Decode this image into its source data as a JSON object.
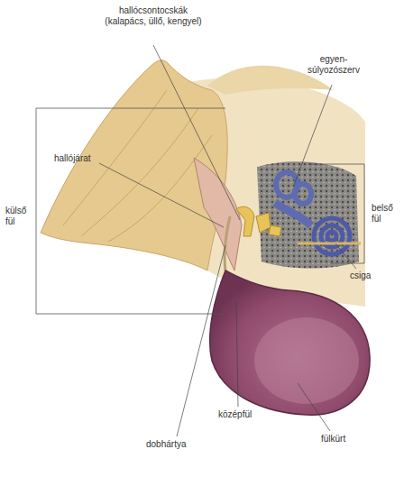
{
  "diagram": {
    "labels": [
      "hallócsontocskák (kalapács, üllő, kengyel)",
      "egyen- súlyozószerv",
      "hallójárat",
      "külső fül",
      "belső fül",
      "csiga",
      "középfül",
      "fülkürt",
      "dobhártya"
    ]
  }
}
